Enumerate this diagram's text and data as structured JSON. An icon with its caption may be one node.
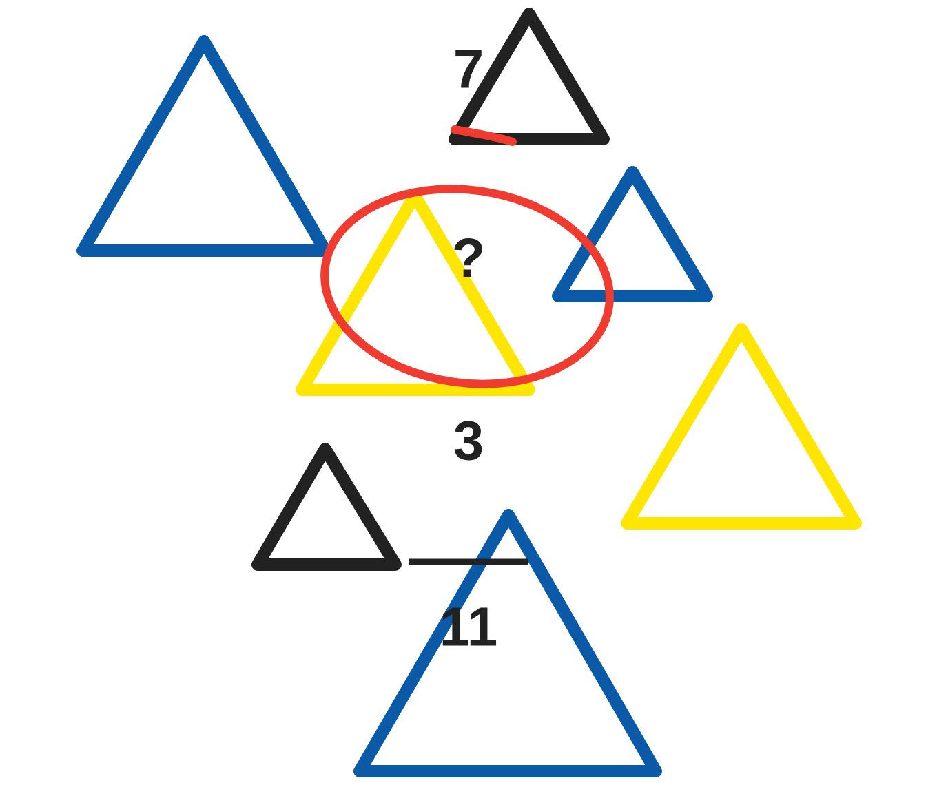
{
  "diagram": {
    "labels": [
      "7",
      "?",
      "3",
      "11"
    ]
  }
}
